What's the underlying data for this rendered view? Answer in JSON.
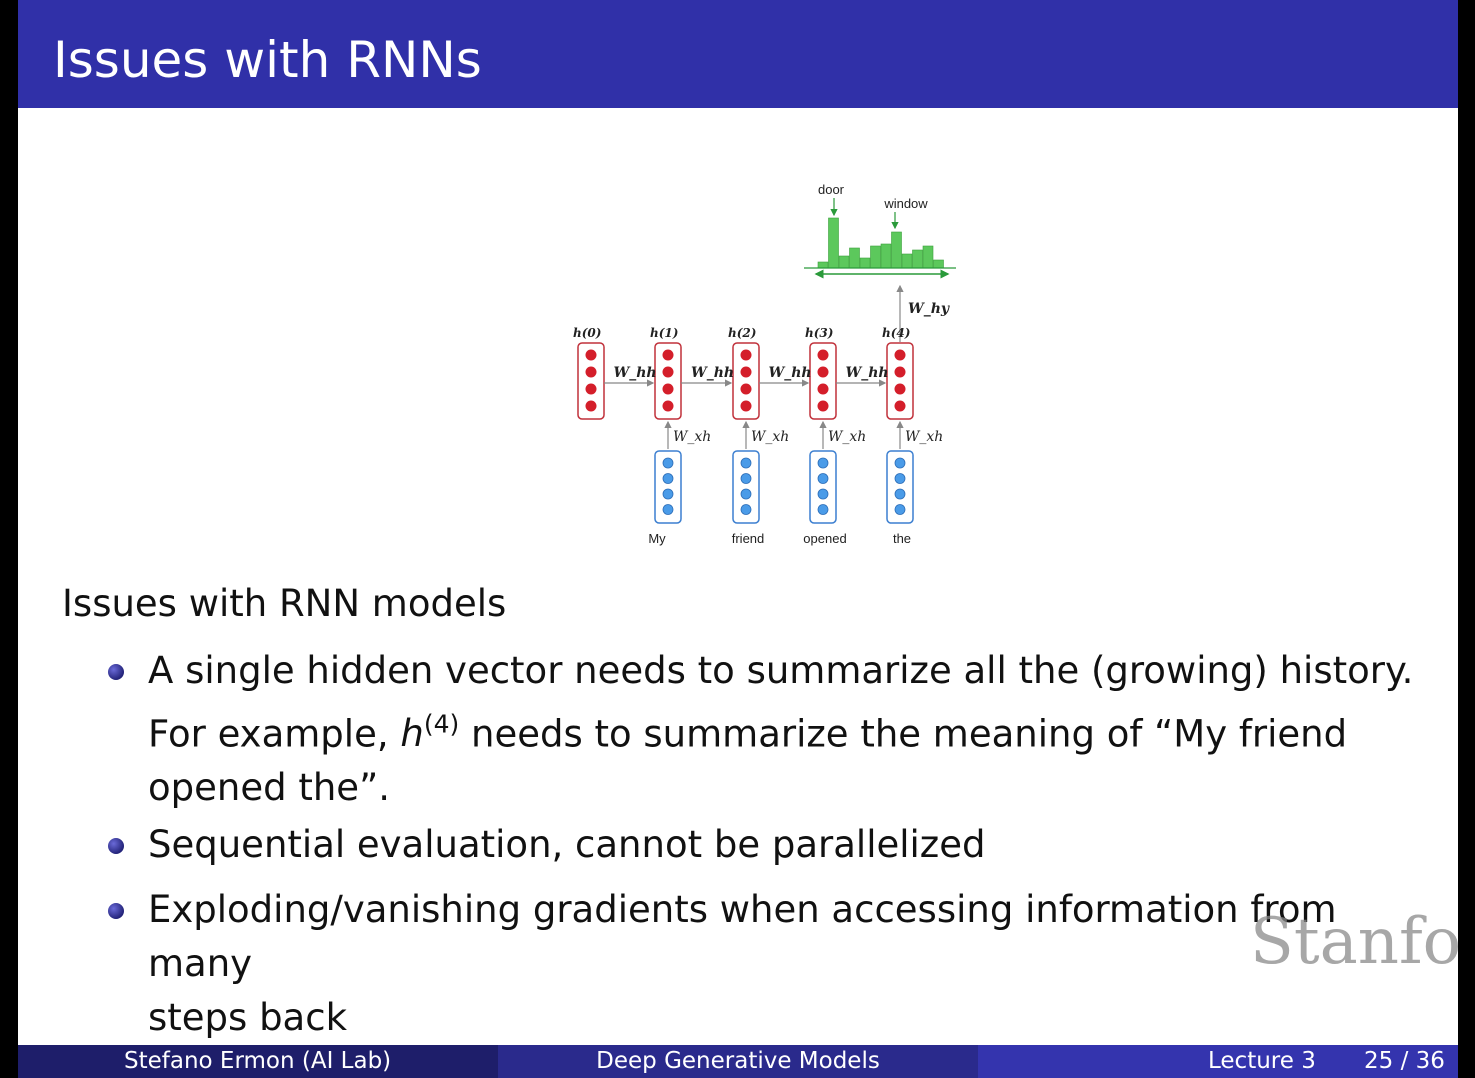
{
  "slide": {
    "title": "Issues with RNNs"
  },
  "figure": {
    "output_words": [
      "door",
      "window"
    ],
    "hidden_labels": [
      "h(0)",
      "h(1)",
      "h(2)",
      "h(3)",
      "h(4)"
    ],
    "weight_hh": "W_hh",
    "weight_xh": "W_xh",
    "weight_hy": "W_hy",
    "input_words": [
      "My",
      "friend",
      "opened",
      "the"
    ],
    "colors": {
      "hidden_box": "#c0303a",
      "hidden_node": "#d41e2a",
      "input_box": "#3c7fd0",
      "input_node": "#4a9be8",
      "distribution": "#5cc85c",
      "arrow": "#888888"
    }
  },
  "content": {
    "heading": "Issues with RNN models",
    "bullets": [
      {
        "line1": "A single hidden vector needs to summarize all the (growing) history.",
        "line2_pre": "For example, ",
        "math_base": "h",
        "math_sup": "(4)",
        "line2_post": " needs to summarize the meaning of “My friend",
        "line3": "opened the”."
      },
      {
        "line1": "Sequential evaluation, cannot be parallelized"
      },
      {
        "line1": "Exploding/vanishing gradients when accessing information from many",
        "line2": "steps back"
      }
    ]
  },
  "watermark": "Stanfor",
  "footer": {
    "author": "Stefano Ermon (AI Lab)",
    "course": "Deep Generative Models",
    "lecture": "Lecture 3",
    "page": "25 / 36"
  }
}
